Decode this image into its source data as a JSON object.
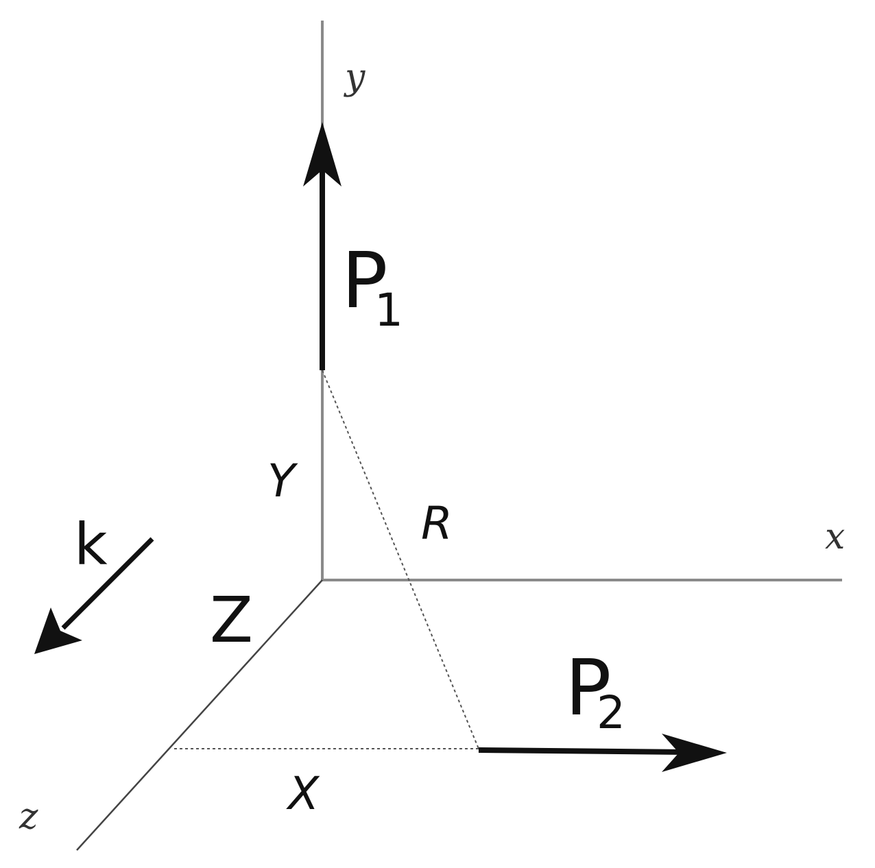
{
  "axes": {
    "x_label": "x",
    "y_label": "y",
    "z_label": "z"
  },
  "distances": {
    "X": "X",
    "Y": "Y",
    "Z": "Z",
    "R": "R"
  },
  "vectors": {
    "p1": {
      "letter": "P",
      "subscript": "1"
    },
    "p2": {
      "letter": "P",
      "subscript": "2"
    },
    "k": "k"
  },
  "colors": {
    "axis": "#8a8a8a",
    "vector": "#111111",
    "dotted": "#555555"
  }
}
